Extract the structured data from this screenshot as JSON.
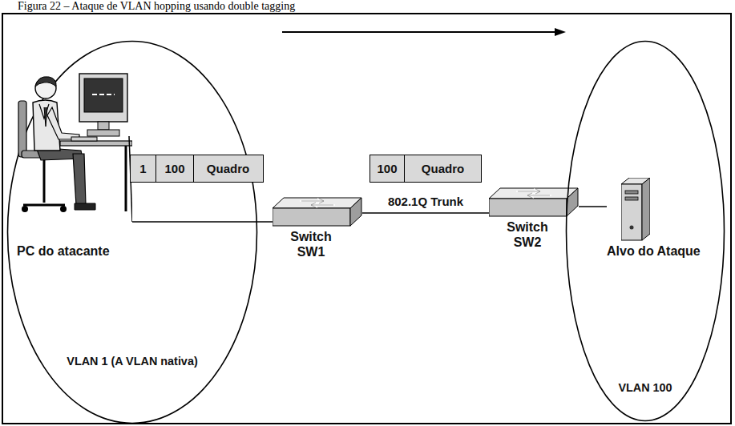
{
  "diagram": {
    "title": "Figura 22 – Ataque de VLAN hopping usando double tagging",
    "nodes": [
      {
        "text": [
          "VLAN 1 (A VLAN nativa)"
        ]
      },
      {
        "text": [
          "PC do atacante"
        ],
        "in": 0
      },
      {
        "text": [
          "1",
          "100",
          "Quadro"
        ],
        "in": 0
      },
      {
        "text": [
          "Switch SW1"
        ]
      },
      {
        "text": [
          "100",
          "Quadro"
        ]
      },
      {
        "text": [
          "Switch SW2"
        ]
      },
      {
        "text": [
          "VLAN 100"
        ]
      },
      {
        "text": [
          "Alvo do Ataque"
        ],
        "in": 6
      }
    ],
    "edges": [
      {
        "from": 1,
        "to": 3,
        "arrow": "none"
      },
      {
        "from": 3,
        "to": 5,
        "label": "802.1Q Trunk",
        "arrow": "none"
      },
      {
        "from": 5,
        "to": 7,
        "arrow": "none"
      }
    ]
  }
}
